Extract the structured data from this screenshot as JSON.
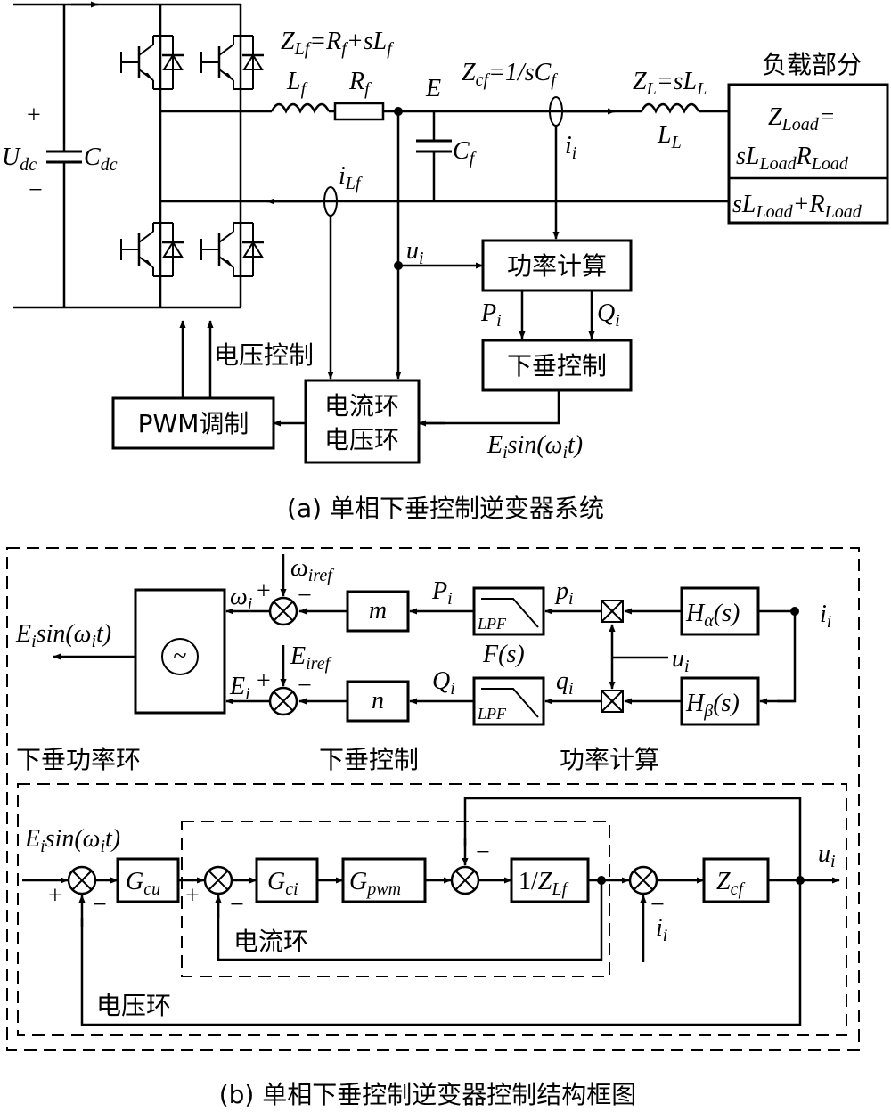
{
  "part_a": {
    "caption": "(a) 单相下垂控制逆变器系统",
    "load_title": "负载部分",
    "blocks": {
      "power_calc": "功率计算",
      "droop": "下垂控制",
      "pwm": "PWM调制",
      "current_loop": "电流环",
      "voltage_loop": "电压环"
    },
    "voltage_control_label": "电压控制",
    "plus": "+",
    "minus": "−"
  },
  "part_b": {
    "caption": "(b) 单相下垂控制逆变器控制结构框图",
    "section_labels": {
      "droop_power_loop": "下垂功率环",
      "droop_control": "下垂控制",
      "power_calc": "功率计算",
      "current_loop": "电流环",
      "voltage_loop": "电压环"
    },
    "blocks": {
      "m": "m",
      "n": "n",
      "lpf": "LPF",
      "osc": "~",
      "mult": "×"
    },
    "signs": {
      "plus": "+",
      "minus": "−"
    }
  }
}
